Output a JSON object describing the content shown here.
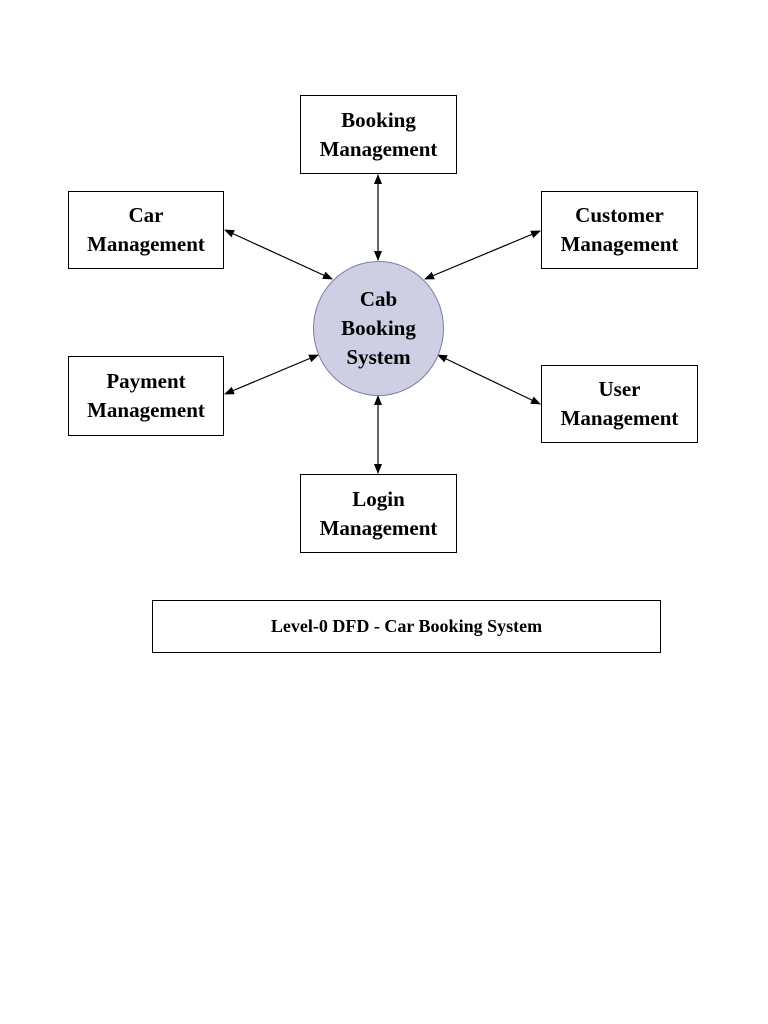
{
  "diagram": {
    "center_process": {
      "line1": "Cab",
      "line2": "Booking",
      "line3": "System",
      "fill_color": "#cfcfe3",
      "border_color": "#7b7ba6"
    },
    "entities": {
      "booking": {
        "line1": "Booking",
        "line2": "Management"
      },
      "car": {
        "line1": "Car",
        "line2": "Management"
      },
      "customer": {
        "line1": "Customer",
        "line2": "Management"
      },
      "payment": {
        "line1": "Payment",
        "line2": "Management"
      },
      "user": {
        "line1": "User",
        "line2": "Management"
      },
      "login": {
        "line1": "Login",
        "line2": "Management"
      }
    },
    "arrows": "bidirectional",
    "caption": "Level-0 DFD - Car Booking System"
  }
}
